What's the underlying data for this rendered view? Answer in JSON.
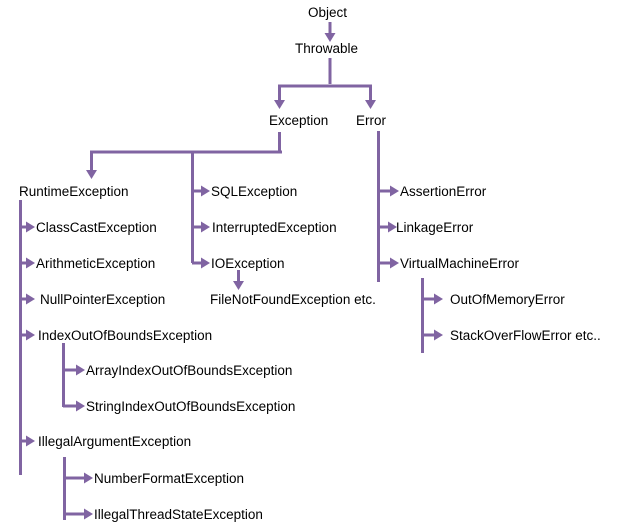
{
  "diagram": {
    "title": "",
    "colors": {
      "connector": "#8064a2",
      "text": "#000000",
      "background": "#ffffff"
    },
    "nodes": {
      "object": "Object",
      "throwable": "Throwable",
      "exception": "Exception",
      "error": "Error",
      "runtime_exception": "RuntimeException",
      "class_cast_exception": "ClassCastException",
      "arithmetic_exception": "ArithmeticException",
      "null_pointer_exception": "NullPointerException",
      "index_out_of_bounds_exception": "IndexOutOfBoundsException",
      "array_index_out_of_bounds_exception": "ArrayIndexOutOfBoundsException",
      "string_index_out_of_bounds_exception": "StringIndexOutOfBoundsException",
      "illegal_argument_exception": "IllegalArgumentException",
      "number_format_exception": "NumberFormatException",
      "illegal_thread_state_exception": "IllegalThreadStateException",
      "sql_exception": "SQLException",
      "interrupted_exception": "InterruptedException",
      "io_exception": "IOException",
      "file_not_found_exception": "FileNotFoundException etc.",
      "assertion_error": "AssertionError",
      "linkage_error": "LinkageError",
      "virtual_machine_error": "VirtualMachineError",
      "out_of_memory_error": "OutOfMemoryError",
      "stack_overflow_error": "StackOverFlowError etc.."
    }
  }
}
